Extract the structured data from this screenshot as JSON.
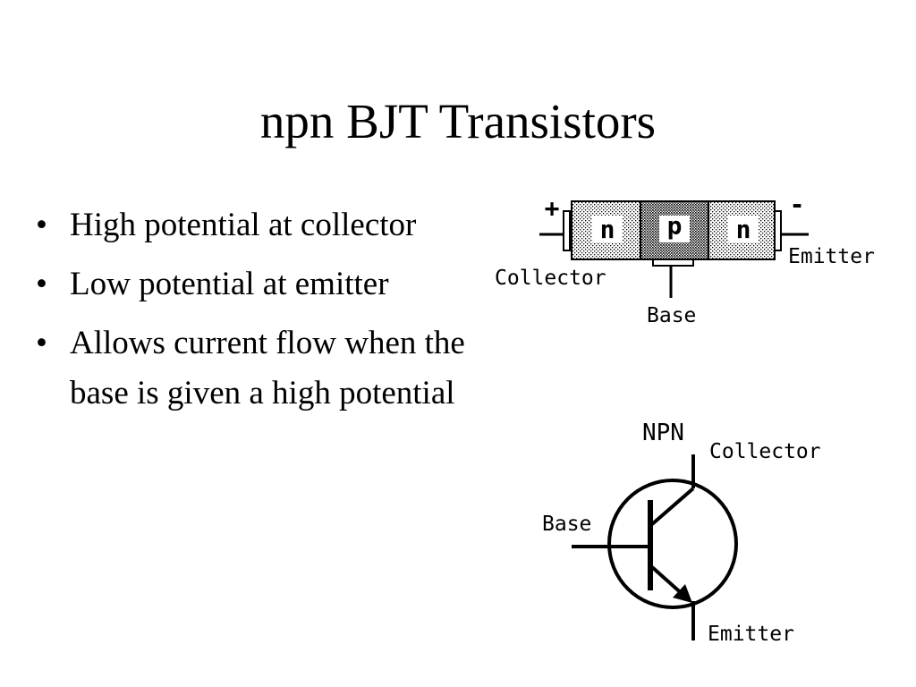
{
  "slide": {
    "title": "npn BJT Transistors",
    "bullets": [
      {
        "marker": "•",
        "text": "High potential at collector"
      },
      {
        "marker": "•",
        "text": "Low potential at emitter"
      },
      {
        "marker": "•",
        "text": "Allows current flow when the base is given a high potential"
      }
    ]
  },
  "junction_diagram": {
    "plus_sign": "+",
    "minus_sign": "-",
    "regions": [
      "n",
      "p",
      "n"
    ],
    "collector_label": "Collector",
    "base_label": "Base",
    "emitter_label": "Emitter"
  },
  "symbol_diagram": {
    "type_label": "NPN",
    "collector_label": "Collector",
    "base_label": "Base",
    "emitter_label": "Emitter"
  }
}
